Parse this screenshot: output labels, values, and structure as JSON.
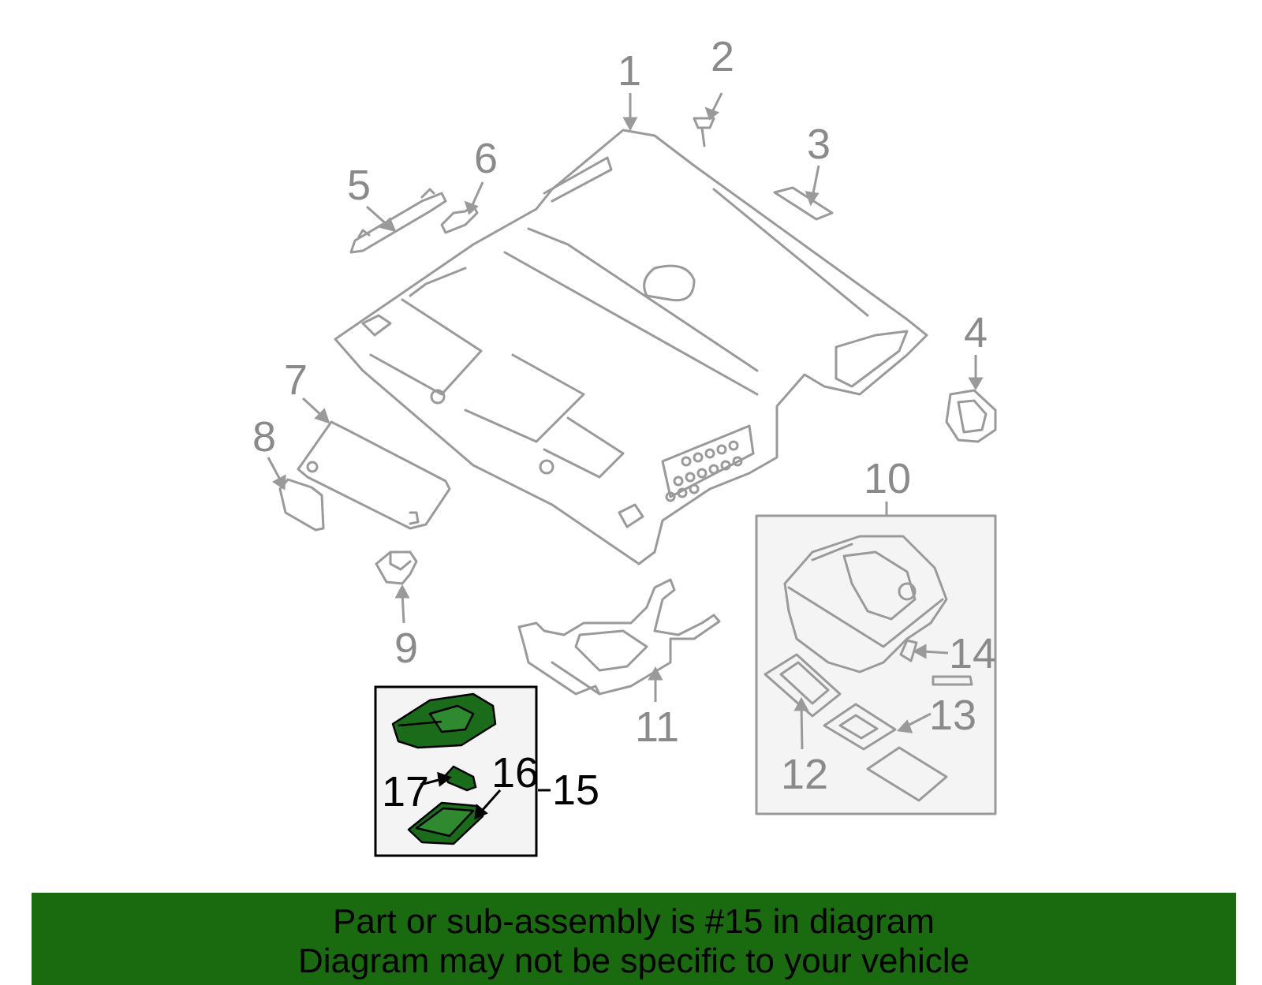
{
  "colors": {
    "line": "#9a9a9a",
    "highlight_fill": "#1a6b1a",
    "highlight_line": "#000000",
    "banner": "#1a6b10",
    "inset_bg": "#f4f4f4"
  },
  "callouts": {
    "c1": "1",
    "c2": "2",
    "c3": "3",
    "c4": "4",
    "c5": "5",
    "c6": "6",
    "c7": "7",
    "c8": "8",
    "c9": "9",
    "c10": "10",
    "c11": "11",
    "c12": "12",
    "c13": "13",
    "c14": "14",
    "c15": "15",
    "c16": "16",
    "c17": "17"
  },
  "banner": {
    "line1": "Part or sub-assembly is #15 in diagram",
    "line2": "Diagram may not be specific to your vehicle"
  }
}
